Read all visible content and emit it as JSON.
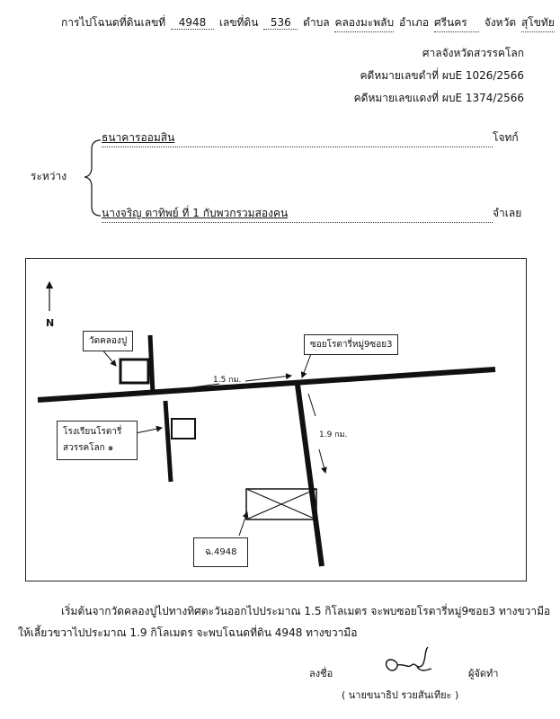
{
  "header": {
    "title_prefix": "การไปโฉนดที่ดินเลขที่",
    "deed_no": "4948",
    "land_no_label": "เลขที่ดิน",
    "land_no": "536",
    "subdistrict_label": "ตำบล",
    "subdistrict": "คลองมะพลับ",
    "district_label": "อำเภอ",
    "district": "ศรีนคร",
    "province_label": "จังหวัด",
    "province": "สุโขทัย"
  },
  "court": {
    "name": "ศาลจังหวัดสวรรคโลก",
    "black_case": "คดีหมายเลขดำที่  ผบE 1026/2566",
    "red_case": "คดีหมายเลขแดงที่  ผบE 1374/2566"
  },
  "parties": {
    "between_label": "ระหว่าง",
    "plaintiff": "ธนาคารออมสิน",
    "plaintiff_role": "โจทก์",
    "defendant": "นางจริญ ตาทิพย์ ที่ 1 กับพวกรวมสองคน",
    "defendant_role": "จำเลย"
  },
  "map": {
    "north_label": "N",
    "temple_label": "วัดคลองปู",
    "school_label_1": "โรงเรียนโรตารี่",
    "school_label_2": "สวรรคโลก ๑",
    "soi_label": "ซอยโรตารี่หมู่9ซอย3",
    "dist1_label": "1.5 กม.",
    "dist2_label": "1.9 กม.",
    "deed_label": "ฉ.4948"
  },
  "description": {
    "line1": "เริ่มต้นจากวัดคลองปูไปทางทิศตะวันออกไปประมาณ 1.5 กิโลเมตร จะพบซอยโรตารี่หมู่9ซอย3 ทางขวามือ",
    "line2": "ให้เลี้ยวขวาไปประมาณ 1.9 กิโลเมตร จะพบโฉนดที่ดิน 4948 ทางขวามือ"
  },
  "signature": {
    "sign_label": "ลงชื่อ",
    "role": "ผู้จัดทำ",
    "name": "(  นายขนาธิป  รวยสันเทียะ  )"
  }
}
